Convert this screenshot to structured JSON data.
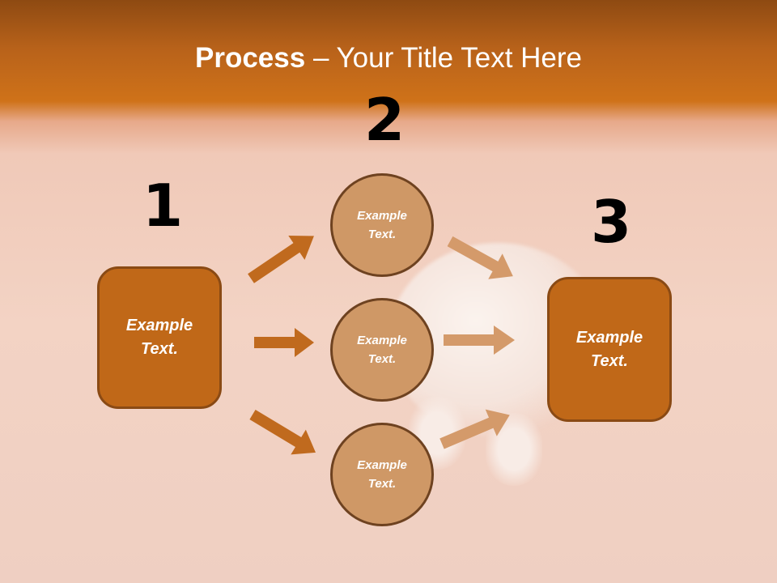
{
  "title": {
    "bold": "Process",
    "rest": " – Your Title Text Here"
  },
  "steps": [
    {
      "number": "1",
      "text_line1": "Example",
      "text_line2": "Text."
    },
    {
      "number": "2"
    },
    {
      "number": "3",
      "text_line1": "Example",
      "text_line2": "Text."
    }
  ],
  "circles": [
    {
      "text_line1": "Example",
      "text_line2": "Text."
    },
    {
      "text_line1": "Example",
      "text_line2": "Text."
    },
    {
      "text_line1": "Example",
      "text_line2": "Text."
    }
  ],
  "colors": {
    "box": "#c06818",
    "circle": "#cf9866",
    "arrow_left": "#c06a1e",
    "arrow_right": "#d49a6a"
  }
}
